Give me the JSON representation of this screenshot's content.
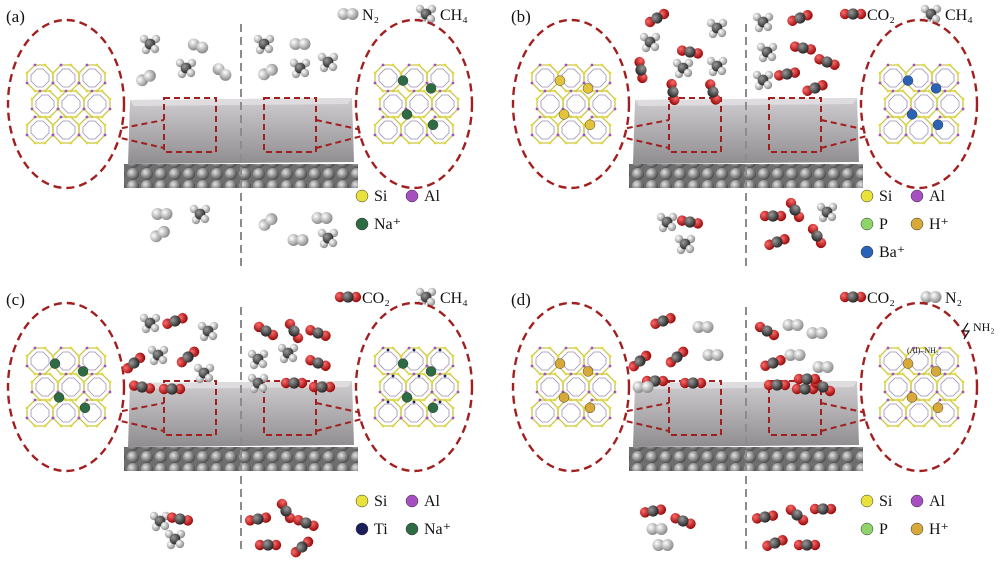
{
  "panels": [
    {
      "label": "(a)",
      "header": [
        {
          "glyph": "N2",
          "text": "N₂"
        },
        {
          "glyph": "CH4",
          "text": "CH₄"
        }
      ],
      "legend": [
        {
          "color": "#e8e23a",
          "text": "Si"
        },
        {
          "color": "#a64fc0",
          "text": "Al"
        },
        {
          "color": "#2d6b45",
          "text": "Na⁺"
        }
      ],
      "left_cage_atom": "none",
      "right_cage_atom": "#2d6b45"
    },
    {
      "label": "(b)",
      "header": [
        {
          "glyph": "CO2",
          "text": "CO₂"
        },
        {
          "glyph": "CH4",
          "text": "CH₄"
        }
      ],
      "legend": [
        {
          "color": "#e8e23a",
          "text": "Si"
        },
        {
          "color": "#a64fc0",
          "text": "Al"
        },
        {
          "color": "#8fd46a",
          "text": "P"
        },
        {
          "color": "#d7a83a",
          "text": "H⁺"
        },
        {
          "color": "#2a62b8",
          "text": "Ba⁺"
        }
      ],
      "left_cage_atom": "#e3c33a",
      "right_cage_atom": "#2a62b8"
    },
    {
      "label": "(c)",
      "header": [
        {
          "glyph": "CO2",
          "text": "CO₂"
        },
        {
          "glyph": "CH4",
          "text": "CH₄"
        }
      ],
      "legend": [
        {
          "color": "#e8e23a",
          "text": "Si"
        },
        {
          "color": "#a64fc0",
          "text": "Al"
        },
        {
          "color": "#1a1f5c",
          "text": "Ti"
        },
        {
          "color": "#2d6b45",
          "text": "Na⁺"
        }
      ],
      "left_cage_atom": "#2d6b45",
      "right_cage_atom": "#2d6b45"
    },
    {
      "label": "(d)",
      "header": [
        {
          "glyph": "CO2",
          "text": "CO₂"
        },
        {
          "glyph": "N2",
          "text": "N₂"
        }
      ],
      "legend": [
        {
          "color": "#e8e23a",
          "text": "Si"
        },
        {
          "color": "#a64fc0",
          "text": "Al"
        },
        {
          "color": "#8fd46a",
          "text": "P"
        },
        {
          "color": "#d7a83a",
          "text": "H⁺"
        }
      ],
      "left_cage_atom": "#d7a83a",
      "right_cage_atom": "#d7a83a",
      "annotation_nh2": "NH₂",
      "annotation_al_nh2": "(Al)–NH₂"
    }
  ],
  "colors": {
    "membrane": "#a8a6a8",
    "dashed_outline": "#a11f1f",
    "support": "#7a7a7a",
    "carbon": "#5a5a5a",
    "oxygen": "#d01818",
    "hydrogen": "#f0f0f0"
  }
}
